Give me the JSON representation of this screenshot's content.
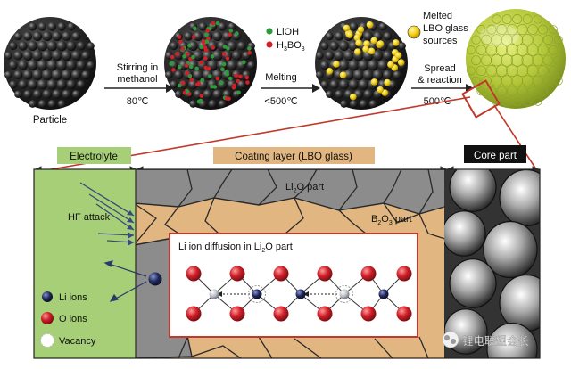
{
  "process": {
    "particle_label": "Particle",
    "step1_line1": "Stirring in",
    "step1_line2": "methanol",
    "step1_temp": "80℃",
    "reagent1": "LiOH",
    "reagent2_main": "H",
    "reagent2_sub1": "3",
    "reagent2_mid": "BO",
    "reagent2_sub2": "3",
    "step2_label": "Melting",
    "step2_temp": "<500℃",
    "melted_line1": "Melted",
    "melted_line2": "LBO glass",
    "melted_line3": "sources",
    "step3_line1": "Spread",
    "step3_line2": "& reaction",
    "step3_temp": "500℃"
  },
  "layers": {
    "electrolyte": "Electrolyte",
    "coating": "Coating layer (LBO glass)",
    "core": "Core part"
  },
  "detail": {
    "li2o_main": "Li",
    "li2o_sub": "2",
    "li2o_rest": "O part",
    "b2o3_main": "B",
    "b2o3_sub1": "2",
    "b2o3_mid": "O",
    "b2o3_sub2": "3",
    "b2o3_rest": " part",
    "hf_attack": "HF attack",
    "inset_title_main": "Li ion diffusion in Li",
    "inset_title_sub": "2",
    "inset_title_rest": "O part"
  },
  "legend": {
    "li_ions": "Li ions",
    "o_ions": "O ions",
    "vacancy": "Vacancy"
  },
  "watermark": "锂电联盟会长",
  "colors": {
    "electrolyte_green": "#a6cf78",
    "coating_tan": "#e2b680",
    "li2o_gray": "#8c8c8c",
    "frame_red": "#c0392b",
    "o_ion_red": "#d0202a",
    "li_ion_navy": "#1f2a5c",
    "glass_yellow": "#f3d21c"
  }
}
